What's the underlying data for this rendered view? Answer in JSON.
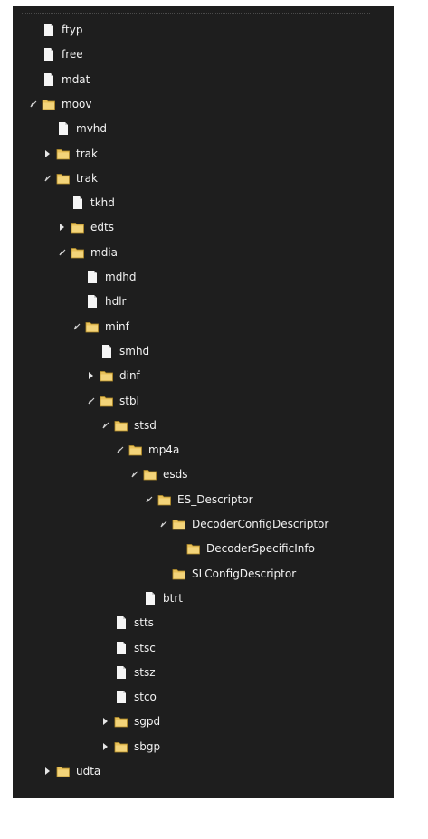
{
  "colors": {
    "panel_bg": "#1e1e1e",
    "text": "#f2f2f2",
    "folder": "#e8c15a",
    "file": "#f5f5f5"
  },
  "tree": [
    {
      "label": "ftyp",
      "icon": "file-icon",
      "toggle": "none",
      "depth": 0
    },
    {
      "label": "free",
      "icon": "file-icon",
      "toggle": "none",
      "depth": 0
    },
    {
      "label": "mdat",
      "icon": "file-icon",
      "toggle": "none",
      "depth": 0
    },
    {
      "label": "moov",
      "icon": "folder-icon",
      "toggle": "expanded",
      "depth": 0
    },
    {
      "label": "mvhd",
      "icon": "file-icon",
      "toggle": "none",
      "depth": 1
    },
    {
      "label": "trak",
      "icon": "folder-icon",
      "toggle": "collapsed",
      "depth": 1
    },
    {
      "label": "trak",
      "icon": "folder-icon",
      "toggle": "expanded",
      "depth": 1
    },
    {
      "label": "tkhd",
      "icon": "file-icon",
      "toggle": "none",
      "depth": 2
    },
    {
      "label": "edts",
      "icon": "folder-icon",
      "toggle": "collapsed",
      "depth": 2
    },
    {
      "label": "mdia",
      "icon": "folder-icon",
      "toggle": "expanded",
      "depth": 2
    },
    {
      "label": "mdhd",
      "icon": "file-icon",
      "toggle": "none",
      "depth": 3
    },
    {
      "label": "hdlr",
      "icon": "file-icon",
      "toggle": "none",
      "depth": 3
    },
    {
      "label": "minf",
      "icon": "folder-icon",
      "toggle": "expanded",
      "depth": 3
    },
    {
      "label": "smhd",
      "icon": "file-icon",
      "toggle": "none",
      "depth": 4
    },
    {
      "label": "dinf",
      "icon": "folder-icon",
      "toggle": "collapsed",
      "depth": 4
    },
    {
      "label": "stbl",
      "icon": "folder-icon",
      "toggle": "expanded",
      "depth": 4
    },
    {
      "label": "stsd",
      "icon": "folder-icon",
      "toggle": "expanded",
      "depth": 5
    },
    {
      "label": "mp4a",
      "icon": "folder-icon",
      "toggle": "expanded",
      "depth": 6
    },
    {
      "label": "esds",
      "icon": "folder-icon",
      "toggle": "expanded",
      "depth": 7
    },
    {
      "label": "ES_Descriptor",
      "icon": "folder-icon",
      "toggle": "expanded",
      "depth": 8
    },
    {
      "label": "DecoderConfigDescriptor",
      "icon": "folder-icon",
      "toggle": "expanded",
      "depth": 9
    },
    {
      "label": "DecoderSpecificInfo",
      "icon": "folder-icon",
      "toggle": "none",
      "depth": 10
    },
    {
      "label": "SLConfigDescriptor",
      "icon": "folder-icon",
      "toggle": "none",
      "depth": 9
    },
    {
      "label": "btrt",
      "icon": "file-icon",
      "toggle": "none",
      "depth": 7
    },
    {
      "label": "stts",
      "icon": "file-icon",
      "toggle": "none",
      "depth": 5
    },
    {
      "label": "stsc",
      "icon": "file-icon",
      "toggle": "none",
      "depth": 5
    },
    {
      "label": "stsz",
      "icon": "file-icon",
      "toggle": "none",
      "depth": 5
    },
    {
      "label": "stco",
      "icon": "file-icon",
      "toggle": "none",
      "depth": 5
    },
    {
      "label": "sgpd",
      "icon": "folder-icon",
      "toggle": "collapsed",
      "depth": 5
    },
    {
      "label": "sbgp",
      "icon": "folder-icon",
      "toggle": "collapsed",
      "depth": 5
    },
    {
      "label": "udta",
      "icon": "folder-icon",
      "toggle": "collapsed",
      "depth": 1
    }
  ]
}
